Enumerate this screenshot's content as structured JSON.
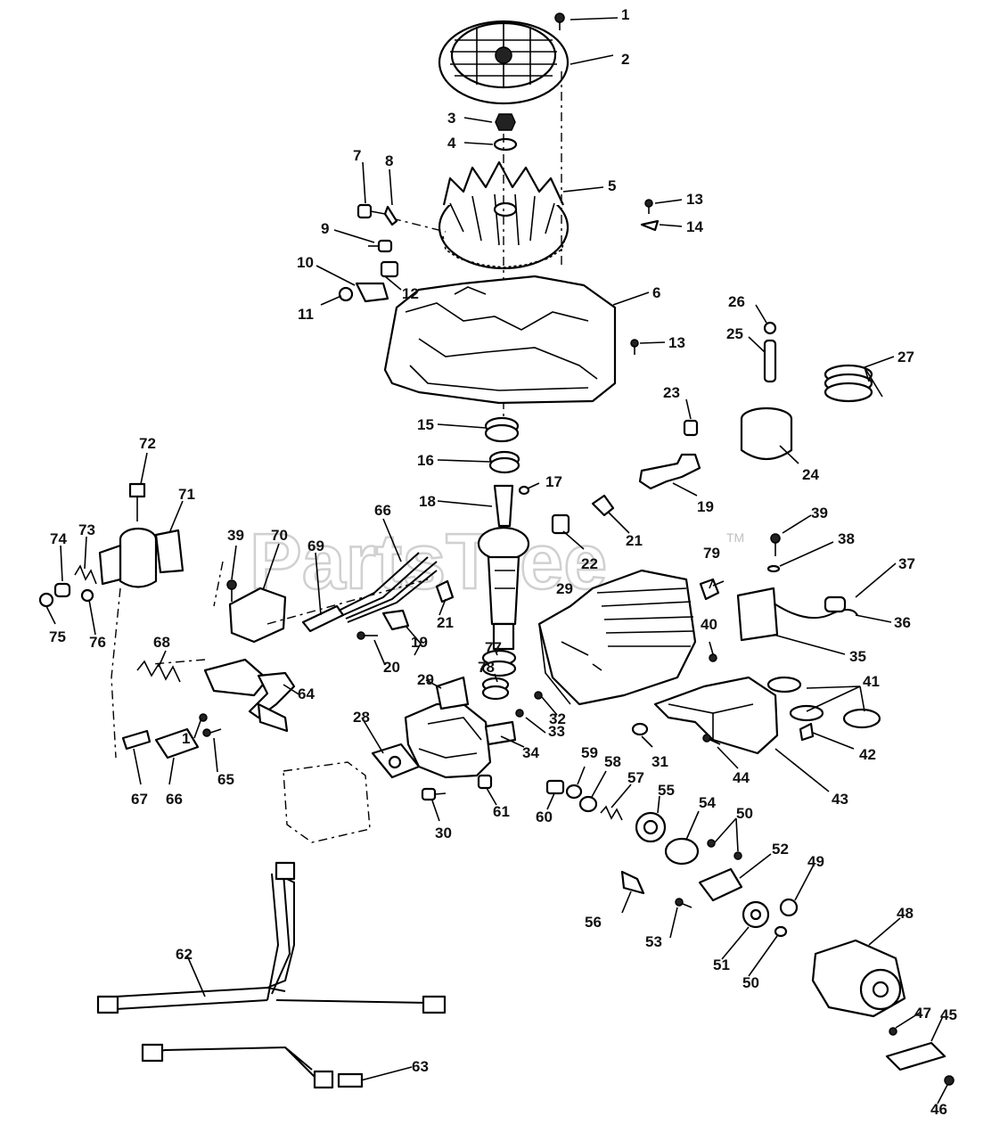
{
  "watermark": {
    "brand": "PartsTree",
    "trademark": "TM"
  },
  "callouts": [
    "1",
    "2",
    "3",
    "4",
    "5",
    "6",
    "7",
    "8",
    "9",
    "10",
    "11",
    "12",
    "13",
    "14",
    "13",
    "15",
    "16",
    "17",
    "18",
    "19",
    "20",
    "21",
    "21",
    "22",
    "23",
    "24",
    "25",
    "26",
    "27",
    "28",
    "29",
    "29",
    "30",
    "31",
    "32",
    "33",
    "34",
    "35",
    "36",
    "37",
    "38",
    "39",
    "39",
    "40",
    "41",
    "42",
    "43",
    "44",
    "45",
    "46",
    "47",
    "48",
    "49",
    "50",
    "50",
    "51",
    "52",
    "53",
    "54",
    "55",
    "56",
    "57",
    "58",
    "59",
    "60",
    "61",
    "62",
    "63",
    "64",
    "65",
    "66",
    "66",
    "67",
    "68",
    "69",
    "70",
    "71",
    "72",
    "73",
    "74",
    "75",
    "76",
    "77",
    "78",
    "79",
    "1",
    "19"
  ]
}
